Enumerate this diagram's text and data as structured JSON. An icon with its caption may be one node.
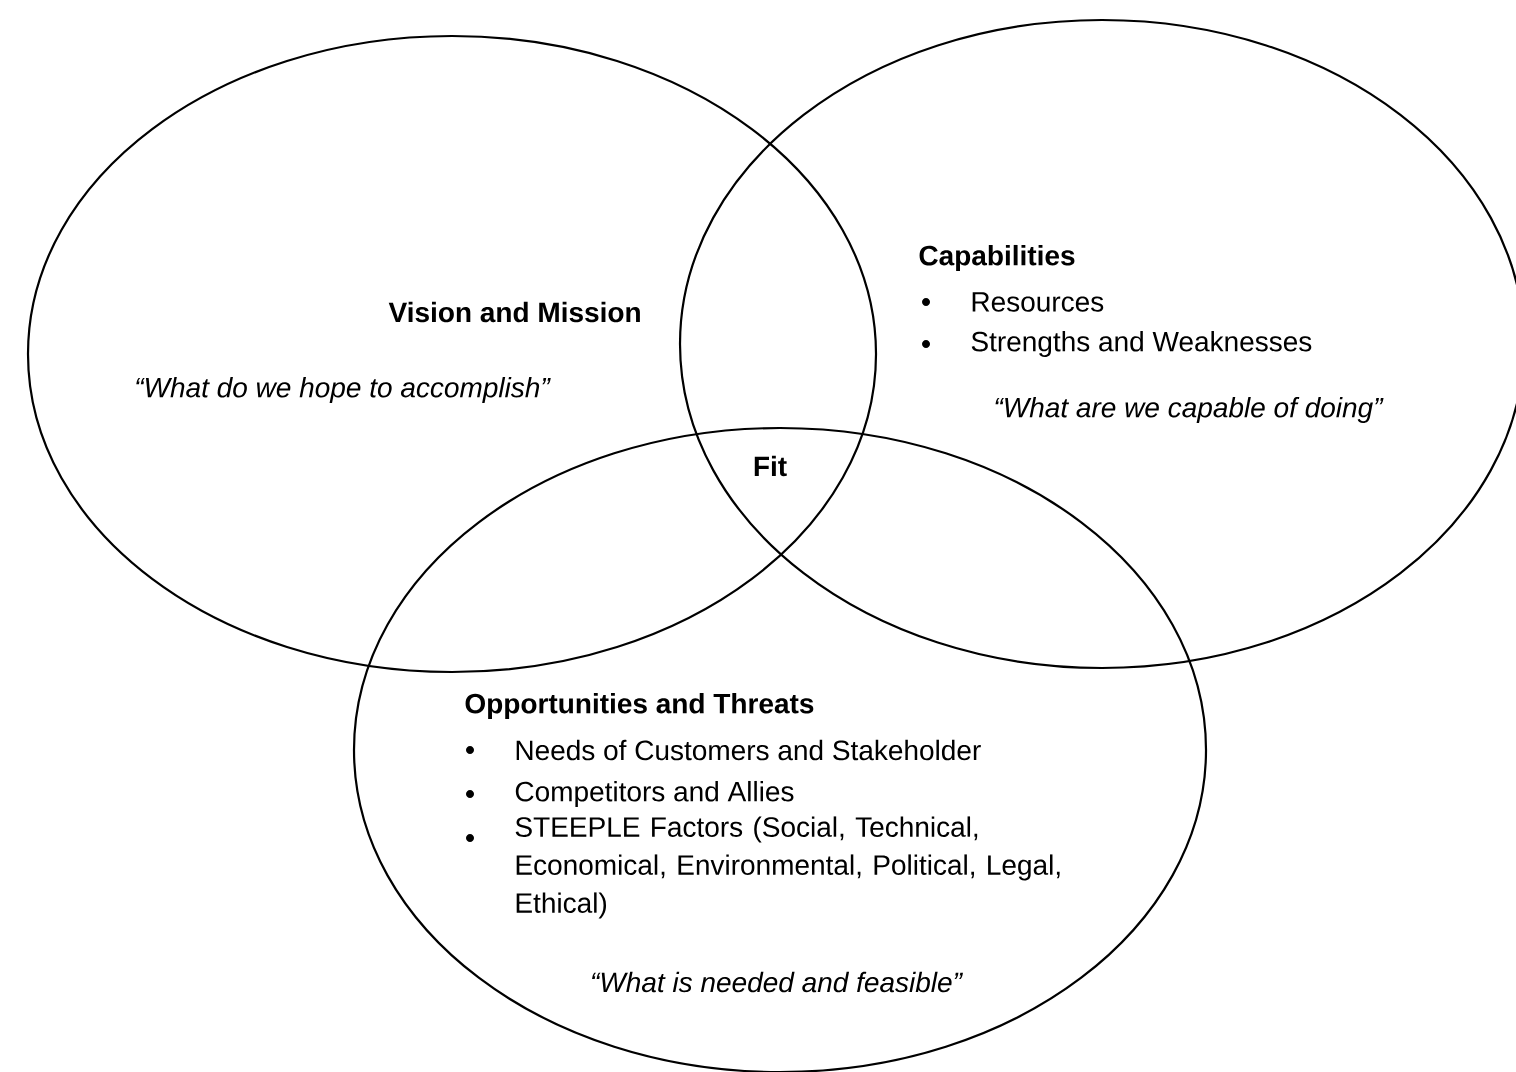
{
  "diagram": {
    "nodes": [
      {
        "text": [
          "Vision and Mission",
          "“What do we hope to accomplish”"
        ]
      },
      {
        "text": [
          "Capabilities",
          "Resources",
          "Strengths and Weaknesses",
          "“What are we capable of doing”"
        ]
      },
      {
        "text": [
          "Opportunities and Threats",
          "Needs of Customers and Stakeholder",
          "Competitors and Allies",
          "STEEPLE Factors (Social, Technical, Economical, Environmental, Political, Legal, Ethical)",
          "“What is needed and feasible”"
        ]
      }
    ],
    "edges": [],
    "labels": [
      "Fit"
    ]
  }
}
